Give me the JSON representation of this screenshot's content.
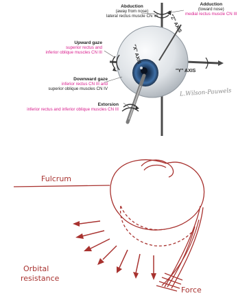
{
  "labels": {
    "abduction": {
      "title": "Abduction",
      "line1": "(away from nose)",
      "line2": "lateral rectus muscle CN VI"
    },
    "adduction": {
      "title": "Adduction",
      "line1": "(toward nose)",
      "line2": "medial rectus muscle CN III"
    },
    "upward": {
      "title": "Upward gaze",
      "line1": "superior rectus and",
      "line2": "inferior oblique muscles CN III"
    },
    "downward": {
      "title": "Downward gaze",
      "line1": "inferior rectus CN III and",
      "line2": "superior oblique muscles CN IV"
    },
    "extorsion": {
      "title": "Extorsion",
      "line1": "inferior rectus and inferior oblique muscles CN III"
    },
    "axes": {
      "x": "\"X\" AXIS",
      "y": "\"Y\" AXIS",
      "z": "\"Z\" AXIS"
    },
    "signature": "L.Wilson-Pauwels"
  },
  "sketch": {
    "fulcrum": "Fulcrum",
    "orbital": "Orbital",
    "resistance": "resistance",
    "force": "Force"
  },
  "colors": {
    "pink": "#d81b8c",
    "sketch": "#a8322f",
    "globe": "#d8dde2",
    "iris": "#3c6fa8"
  }
}
